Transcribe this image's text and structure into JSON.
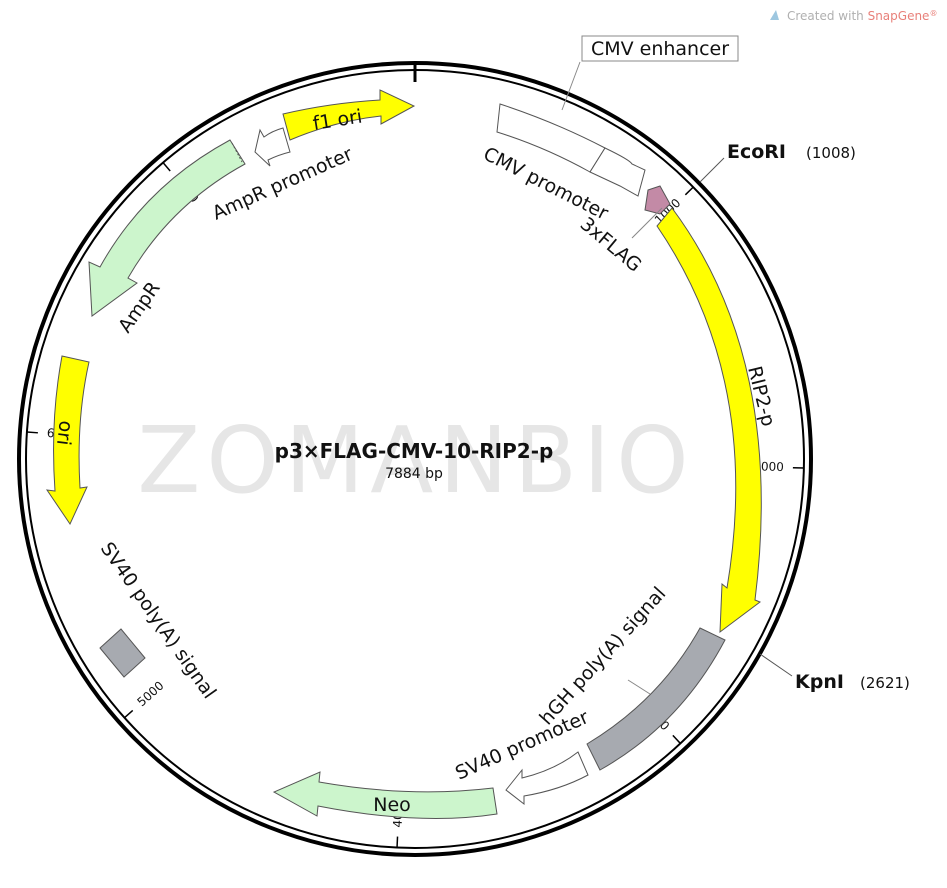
{
  "header": {
    "credit_prefix": "Created with ",
    "credit_brand": "SnapGene",
    "credit_mark": "®"
  },
  "watermark": "ZOMANBIO",
  "plasmid": {
    "name": "p3×FLAG-CMV-10-RIP2-p",
    "size_label": "7884 bp"
  },
  "ticks": [
    "1000",
    "2000",
    "3000",
    "4000",
    "5000",
    "6000",
    "7000"
  ],
  "sites": [
    {
      "name": "EcoRI",
      "position": "(1008)"
    },
    {
      "name": "KpnI",
      "position": "(2621)"
    }
  ],
  "features": {
    "cmv_enhancer": "CMV enhancer",
    "cmv_promoter": "CMV promoter",
    "flag": "3xFLAG",
    "rip2": "RIP2-p",
    "hgh_polya": "hGH poly(A) signal",
    "sv40_promoter": "SV40 promoter",
    "neo": "Neo",
    "sv40_polya": "SV40 poly(A) signal",
    "ori": "ori",
    "ampr": "AmpR",
    "ampr_promoter": "AmpR promoter",
    "f1_ori": "f1 ori"
  },
  "colors": {
    "yellow": "#ffff00",
    "light_green": "#ccf5cc",
    "grey": "#a7aab0",
    "mauve": "#c38aa6",
    "white": "#ffffff",
    "snapgene_red": "#e8807a",
    "credit_grey": "#b0b0b0"
  }
}
